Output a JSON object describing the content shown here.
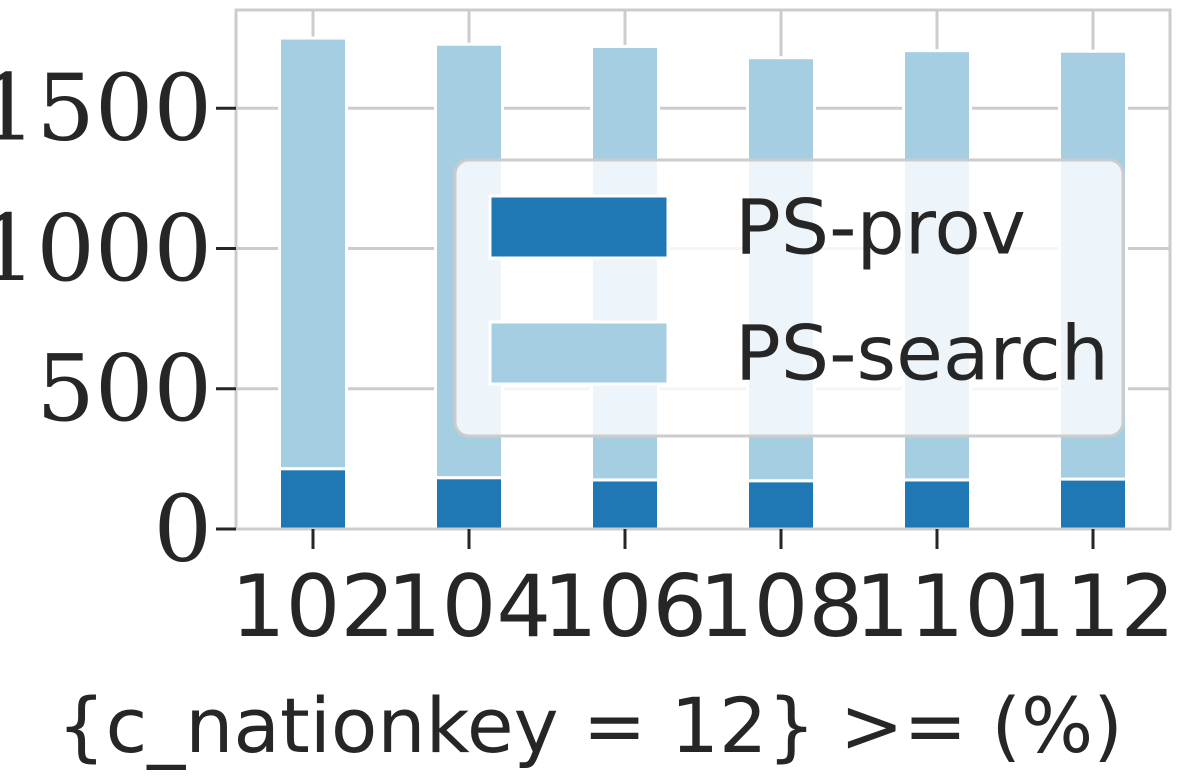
{
  "chart_data": {
    "type": "bar",
    "stacked": true,
    "categories": [
      "102",
      "104",
      "106",
      "108",
      "110",
      "112"
    ],
    "series": [
      {
        "name": "PS-prov",
        "color": "#1f77b4",
        "values": [
          215,
          183,
          175,
          172,
          175,
          178
        ]
      },
      {
        "name": "PS-search",
        "color": "#a6cee3",
        "values": [
          1535,
          1545,
          1545,
          1508,
          1530,
          1525
        ]
      }
    ],
    "title": "",
    "xlabel": "{c_nationkey = 12} >= (%)",
    "ylabel": "",
    "ylim": [
      0,
      1850
    ],
    "yticks": [
      0,
      500,
      1000,
      1500
    ],
    "grid": true,
    "legend": "right",
    "style": {
      "grid_color": "#cccccc",
      "frame_color": "#cccccc",
      "text_color": "#262626",
      "background": "#ffffff"
    }
  }
}
